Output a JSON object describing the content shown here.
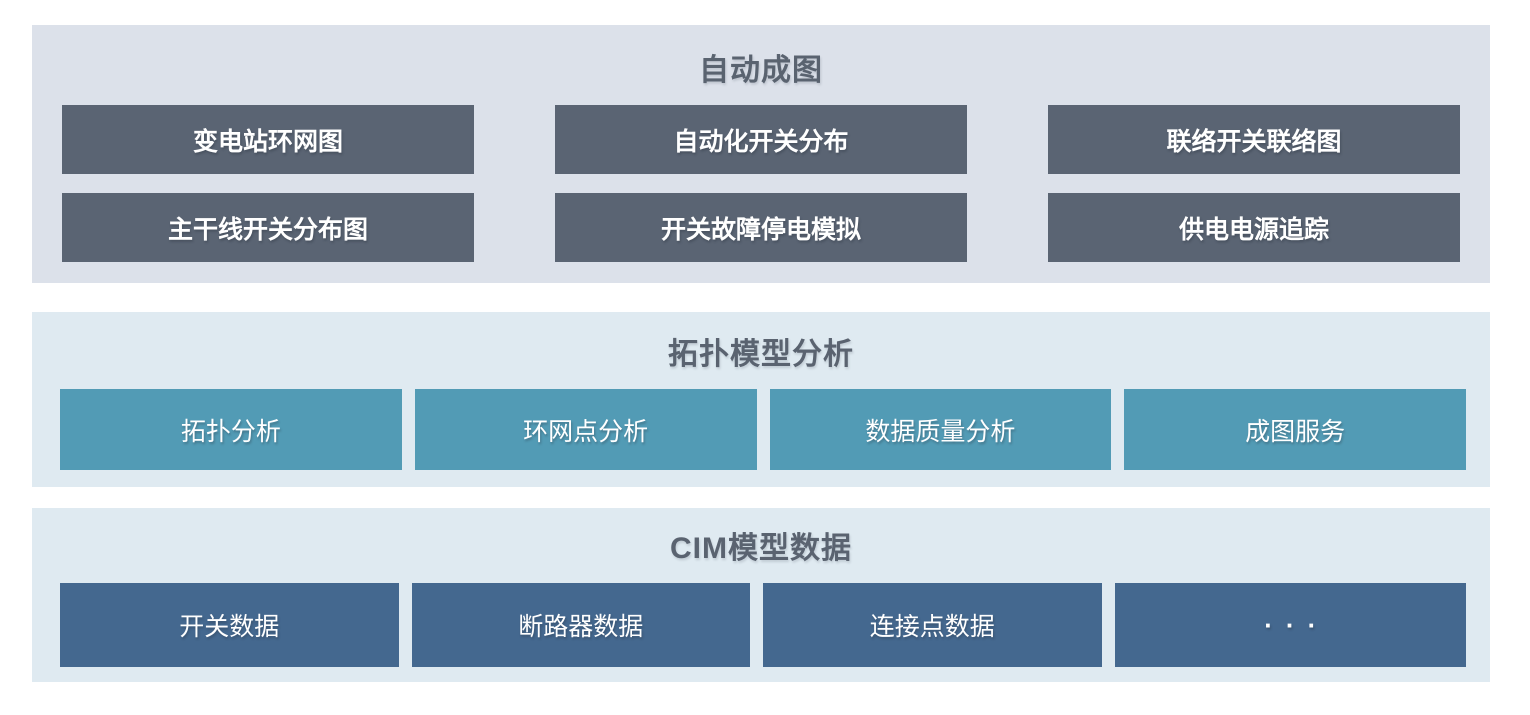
{
  "sections": {
    "auto_diagram": {
      "title": "自动成图",
      "items": [
        "变电站环网图",
        "自动化开关分布",
        "联络开关联络图",
        "主干线开关分布图",
        "开关故障停电模拟",
        "供电电源追踪"
      ]
    },
    "topology_model_analysis": {
      "title": "拓扑模型分析",
      "items": [
        "拓扑分析",
        "环网点分析",
        "数据质量分析",
        "成图服务"
      ]
    },
    "cim_model_data": {
      "title": "CIM模型数据",
      "items": [
        "开关数据",
        "断路器数据",
        "连接点数据",
        "···"
      ]
    }
  },
  "colors": {
    "top_panel_bg": "#dce1ea",
    "light_blue_panel_bg": "#dfeaf1",
    "dark_slate_block": "#5a6473",
    "teal_block": "#529bb5",
    "steel_blue_block": "#44688f",
    "title_text": "#5a6370",
    "block_text": "#ffffff",
    "page_bg": "#ffffff"
  }
}
